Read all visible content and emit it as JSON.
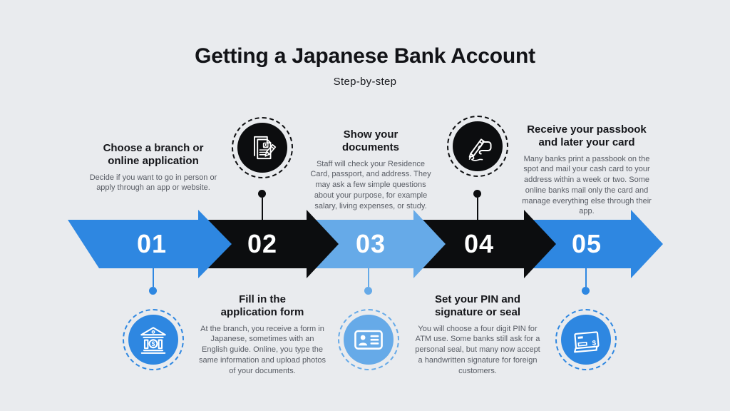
{
  "infographic": {
    "title": "Getting a Japanese Bank Account",
    "subtitle": "Step-by-step"
  },
  "colors": {
    "background": "#e9ebee",
    "blue": "#2e87e1",
    "light_blue": "#66aae8",
    "black": "#0c0d0f",
    "heading_text": "#15161a",
    "body_text": "#585c64",
    "number_text": "#ffffff"
  },
  "steps": [
    {
      "number": "01",
      "color": "#2e87e1",
      "title": "Choose a branch or\nonline application",
      "body": "Decide if you want to go in person or apply through an app or website.",
      "icon": "bank-building-icon",
      "text_position": "top",
      "icon_position": "bottom"
    },
    {
      "number": "02",
      "color": "#0c0d0f",
      "title": "Fill in the\napplication form",
      "body": "At the branch, you receive a form in Japanese, sometimes with an English guide. Online, you type the same information and upload photos of your documents.",
      "icon": "application-form-icon",
      "text_position": "bottom",
      "icon_position": "top"
    },
    {
      "number": "03",
      "color": "#66aae8",
      "title": "Show your\ndocuments",
      "body": "Staff will check your Residence Card, passport, and address. They may ask a few simple questions about your purpose, for example salary, living expenses, or study.",
      "icon": "id-card-icon",
      "text_position": "top",
      "icon_position": "bottom"
    },
    {
      "number": "04",
      "color": "#0c0d0f",
      "title": "Set your PIN and\nsignature or seal",
      "body": "You will choose a four digit PIN for ATM use. Some banks still ask for a personal seal, but many now accept a handwritten signature for foreign customers.",
      "icon": "signature-icon",
      "text_position": "bottom",
      "icon_position": "top"
    },
    {
      "number": "05",
      "color": "#2e87e1",
      "title": "Receive your passbook\nand later your card",
      "body": "Many banks print a passbook on the spot and mail your cash card to your address within a week or two. Some online banks mail only the card and manage everything else through their app.",
      "icon": "passbook-icon",
      "text_position": "top",
      "icon_position": "bottom"
    }
  ]
}
